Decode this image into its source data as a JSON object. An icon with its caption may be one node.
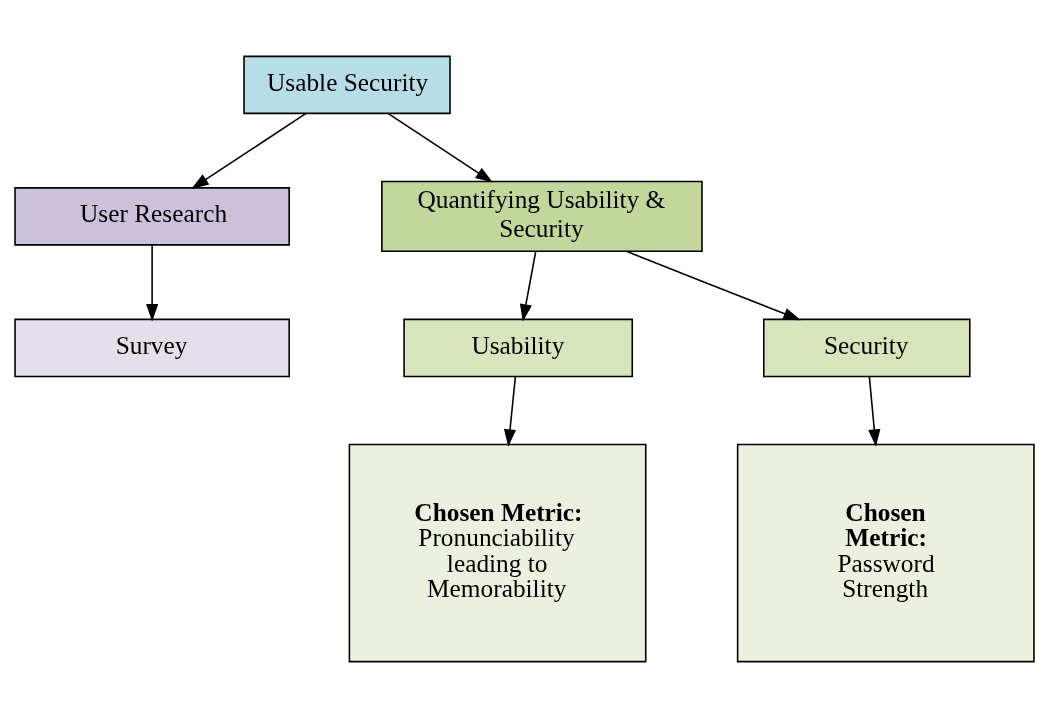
{
  "diagram": {
    "nodes": [
      {
        "text": [
          "Usable Security"
        ]
      },
      {
        "text": [
          "User Research"
        ]
      },
      {
        "text": [
          "Survey"
        ]
      },
      {
        "text": [
          "Quantifying Usability & Security"
        ]
      },
      {
        "text": [
          "Usability"
        ]
      },
      {
        "text": [
          "Security"
        ]
      },
      {
        "text": [
          "Chosen Metric:",
          "Pronunciability leading to Memorability"
        ]
      },
      {
        "text": [
          "Chosen Metric:",
          "Password Strength"
        ]
      }
    ],
    "edges": [
      {
        "from": 0,
        "to": 1,
        "arrow": "to"
      },
      {
        "from": 0,
        "to": 3,
        "arrow": "to"
      },
      {
        "from": 1,
        "to": 2,
        "arrow": "to"
      },
      {
        "from": 3,
        "to": 4,
        "arrow": "to"
      },
      {
        "from": 3,
        "to": 5,
        "arrow": "to"
      },
      {
        "from": 4,
        "to": 6,
        "arrow": "to"
      },
      {
        "from": 5,
        "to": 7,
        "arrow": "to"
      }
    ]
  }
}
